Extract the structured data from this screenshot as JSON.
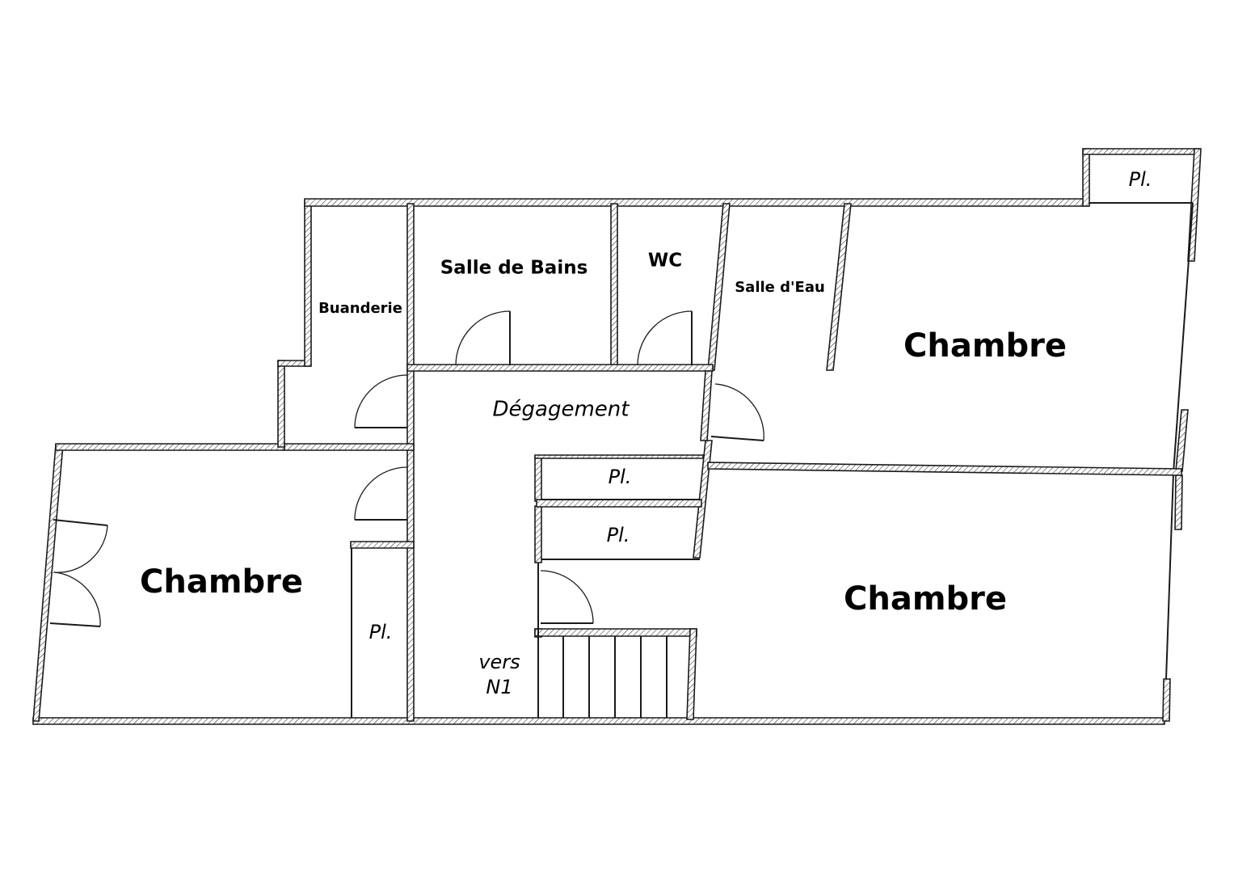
{
  "floor_plan": {
    "rooms": {
      "chambre_left": "Chambre",
      "chambre_right_top": "Chambre",
      "chambre_right_bottom": "Chambre",
      "salle_de_bains": "Salle de Bains",
      "wc": "WC",
      "buanderie": "Buanderie",
      "salle_deau": "Salle d'Eau",
      "degagement": "Dégagement"
    },
    "closets": {
      "pl_top_right": "Pl.",
      "pl_center_upper": "Pl.",
      "pl_center_lower": "Pl.",
      "pl_left": "Pl."
    },
    "stairs_label": {
      "line1": "vers",
      "line2": "N1"
    }
  },
  "colors": {
    "line": "#1a1a1a",
    "background": "#ffffff"
  }
}
